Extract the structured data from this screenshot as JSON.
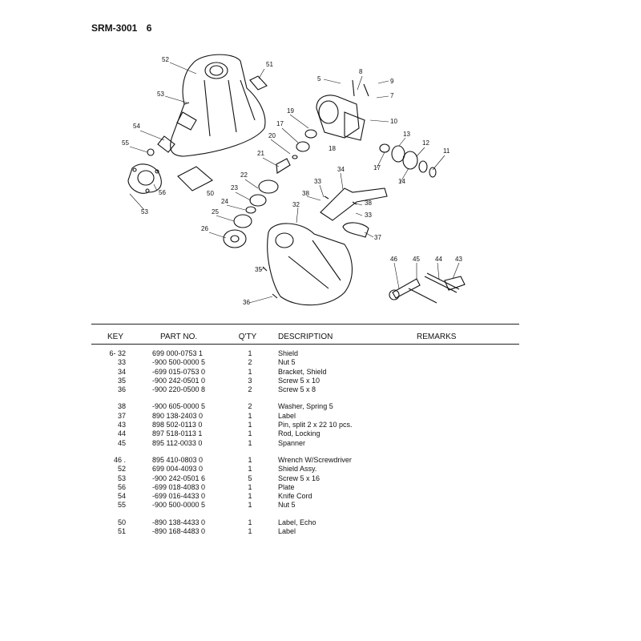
{
  "header": {
    "model": "SRM-3001",
    "page": "6"
  },
  "diagram": {
    "callouts": [
      "5",
      "8",
      "9",
      "7",
      "10",
      "19",
      "17",
      "18",
      "20",
      "21",
      "22",
      "23",
      "24",
      "25",
      "26",
      "13",
      "12",
      "11",
      "14",
      "17",
      "51",
      "52",
      "53",
      "54",
      "55",
      "56",
      "53",
      "50",
      "33",
      "34",
      "38",
      "38",
      "33",
      "32",
      "37",
      "35",
      "36",
      "46",
      "45",
      "44",
      "43"
    ]
  },
  "table": {
    "headers": {
      "key": "KEY",
      "part": "PART NO.",
      "qty": "Q'TY",
      "desc": "DESCRIPTION",
      "remarks": "REMARKS"
    },
    "groups": [
      [
        {
          "key": "6- 32",
          "part": "699 000-0753 1",
          "qty": "1",
          "desc": "Shield"
        },
        {
          "key": "33",
          "part": "-900 500-0000 5",
          "qty": "2",
          "desc": "Nut 5"
        },
        {
          "key": "34",
          "part": "-699 015-0753 0",
          "qty": "1",
          "desc": "Bracket, Shield"
        },
        {
          "key": "35",
          "part": "-900 242-0501 0",
          "qty": "3",
          "desc": "Screw 5 x 10"
        },
        {
          "key": "36",
          "part": "-900 220-0500 8",
          "qty": "2",
          "desc": "Screw 5 x 8"
        }
      ],
      [
        {
          "key": "38",
          "part": "-900 605-0000 5",
          "qty": "2",
          "desc": "Washer, Spring 5"
        },
        {
          "key": "37",
          "part": "890 138-2403 0",
          "qty": "1",
          "desc": "Label"
        },
        {
          "key": "43",
          "part": "898 502-0113 0",
          "qty": "1",
          "desc": "Pin, split 2 x 22 10 pcs."
        },
        {
          "key": "44",
          "part": "897 518-0113 1",
          "qty": "1",
          "desc": "Rod, Locking"
        },
        {
          "key": "45",
          "part": "895 112-0033 0",
          "qty": "1",
          "desc": "Spanner"
        }
      ],
      [
        {
          "key": "46 .",
          "part": "895 410-0803 0",
          "qty": "1",
          "desc": "Wrench W/Screwdriver"
        },
        {
          "key": "52",
          "part": "699 004-4093 0",
          "qty": "1",
          "desc": "Shield Assy."
        },
        {
          "key": "53",
          "part": "-900 242-0501 6",
          "qty": "5",
          "desc": "Screw 5 x 16"
        },
        {
          "key": "56",
          "part": "-699 018-4083 0",
          "qty": "1",
          "desc": "Plate"
        },
        {
          "key": "54",
          "part": "-699 016-4433 0",
          "qty": "1",
          "desc": "Knife Cord"
        },
        {
          "key": "55",
          "part": "-900 500-0000 5",
          "qty": "1",
          "desc": "Nut 5"
        }
      ],
      [
        {
          "key": "50",
          "part": "-890 138-4433 0",
          "qty": "1",
          "desc": "Label, Echo"
        },
        {
          "key": "51",
          "part": "-890 168-4483 0",
          "qty": "1",
          "desc": "Label"
        }
      ]
    ]
  }
}
